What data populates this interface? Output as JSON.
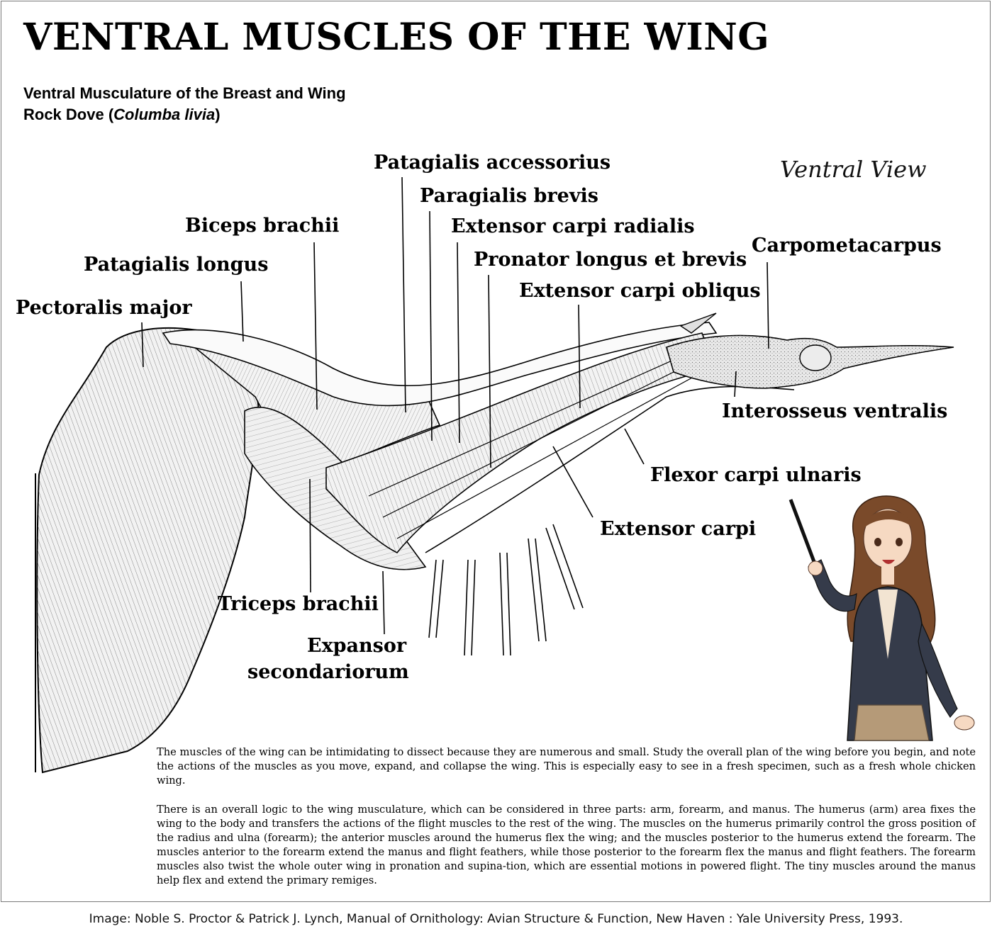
{
  "title": "VENTRAL MUSCLES OF THE WING",
  "subtitle_line1": "Ventral Musculature of the Breast and Wing",
  "subtitle_line2_prefix": "Rock Dove (",
  "subtitle_line2_species": "Columba livia",
  "subtitle_line2_suffix": ")",
  "view_label": "Ventral View",
  "labels": {
    "patagialis_accessorius": "Patagialis accessorius",
    "paragialis_brevis": "Paragialis brevis",
    "extensor_carpi_radialis": "Extensor carpi radialis",
    "biceps_brachii": "Biceps brachii",
    "pronator": "Pronator longus et brevis",
    "carpometacarpus": "Carpometacarpus",
    "patagialis_longus": "Patagialis longus",
    "extensor_carpi_obliqus": "Extensor carpi obliqus",
    "pectoralis_major": "Pectoralis major",
    "interosseus_ventralis": "Interosseus ventralis",
    "flexor_carpi_ulnaris": "Flexor carpi ulnaris",
    "extensor_carpi": "Extensor carpi",
    "triceps_brachii": "Triceps brachii",
    "expansor_line1": "Expansor",
    "expansor_line2": "secondariorum"
  },
  "description": [
    "The muscles of the wing can be intimidating to dissect because they are numerous and small. Study the overall plan of the wing before you begin, and note the actions of the muscles as you move, expand, and collapse the wing. This is especially easy to see in a fresh specimen, such as a fresh whole chicken wing.",
    "There is an overall logic to the wing musculature, which can be considered in three parts: arm, forearm, and manus. The humerus (arm) area fixes the wing to the body and transfers the actions of the flight muscles to the rest of the wing. The muscles on the humerus primarily control the gross position of the radius and ulna (forearm); the anterior muscles around the humerus flex the wing; and the muscles posterior to the humerus extend the forearm. The muscles anterior to the forearm extend the manus and flight feathers, while those posterior to the forearm flex the manus and flight feathers. The forearm muscles also twist the whole outer wing in pronation and supina-tion, which are essential motions in powered flight. The tiny muscles around the manus help flex and extend the primary remiges."
  ],
  "credit": "Image: Noble S. Proctor & Patrick J. Lynch, Manual of Ornithology: Avian Structure & Function, New Haven : Yale University Press, 1993.",
  "colors": {
    "ink": "#000000",
    "muscle_fill": "#f1f1f1",
    "bone_fill": "#e6e6e6",
    "jacket": "#353b4a",
    "hair": "#7a4a2a",
    "skin": "#f6d9c2",
    "trousers": "#b59a78"
  }
}
